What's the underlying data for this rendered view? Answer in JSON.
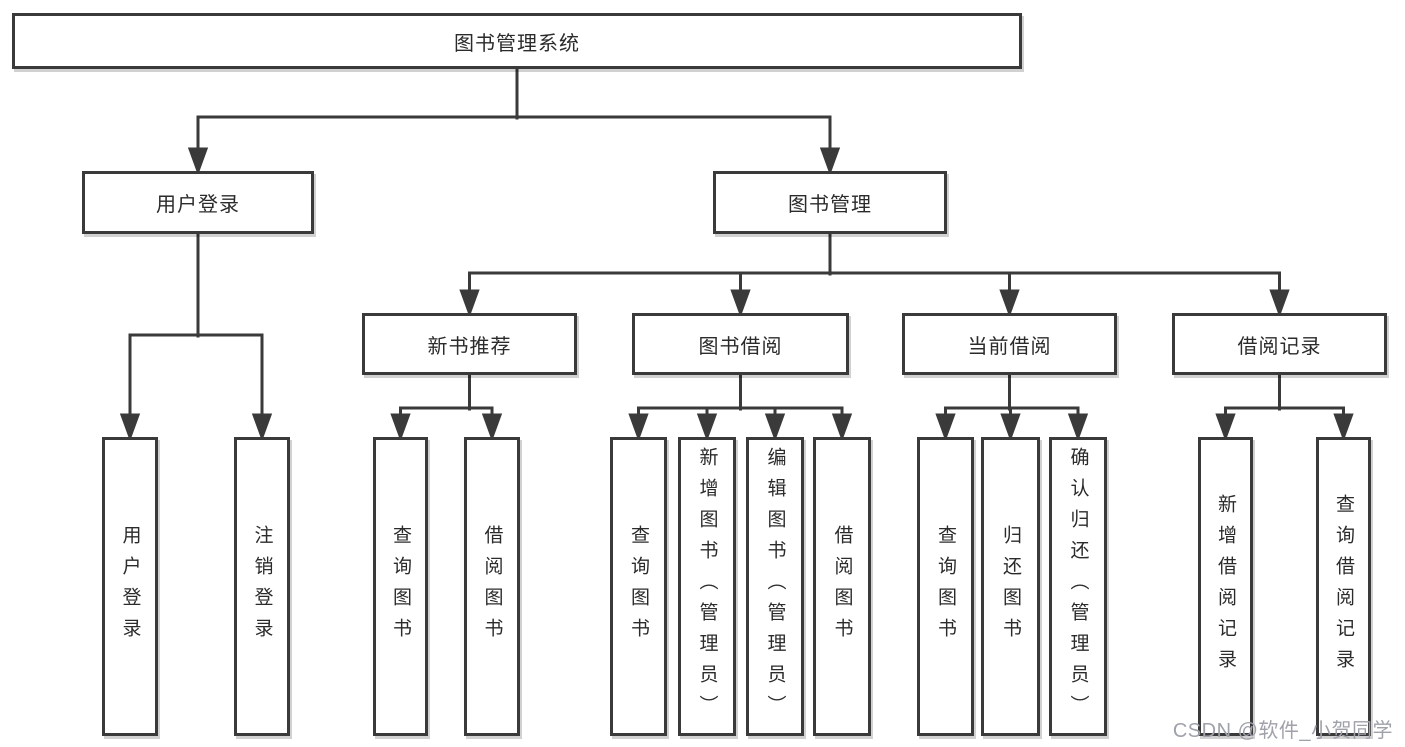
{
  "diagram_title": "图书管理系统",
  "tree": {
    "label": "图书管理系统",
    "children": [
      {
        "label": "用户登录",
        "children": [
          {
            "label": "用户登录"
          },
          {
            "label": "注销登录"
          }
        ]
      },
      {
        "label": "图书管理",
        "children": [
          {
            "label": "新书推荐",
            "children": [
              {
                "label": "查询图书"
              },
              {
                "label": "借阅图书"
              }
            ]
          },
          {
            "label": "图书借阅",
            "children": [
              {
                "label": "查询图书"
              },
              {
                "label": "新增图书（管理员）"
              },
              {
                "label": "编辑图书（管理员）"
              },
              {
                "label": "借阅图书"
              }
            ]
          },
          {
            "label": "当前借阅",
            "children": [
              {
                "label": "查询图书"
              },
              {
                "label": "归还图书"
              },
              {
                "label": "确认归还（管理员）"
              }
            ]
          },
          {
            "label": "借阅记录",
            "children": [
              {
                "label": "新增借阅记录"
              },
              {
                "label": "查询借阅记录"
              }
            ]
          }
        ]
      }
    ]
  },
  "watermark": {
    "text": "CSDN @软件_小贺同学"
  },
  "colors": {
    "line": "#3a3a3a",
    "text": "#2b2b2b",
    "watermark": "#9fa2ab",
    "background": "#ffffff"
  }
}
